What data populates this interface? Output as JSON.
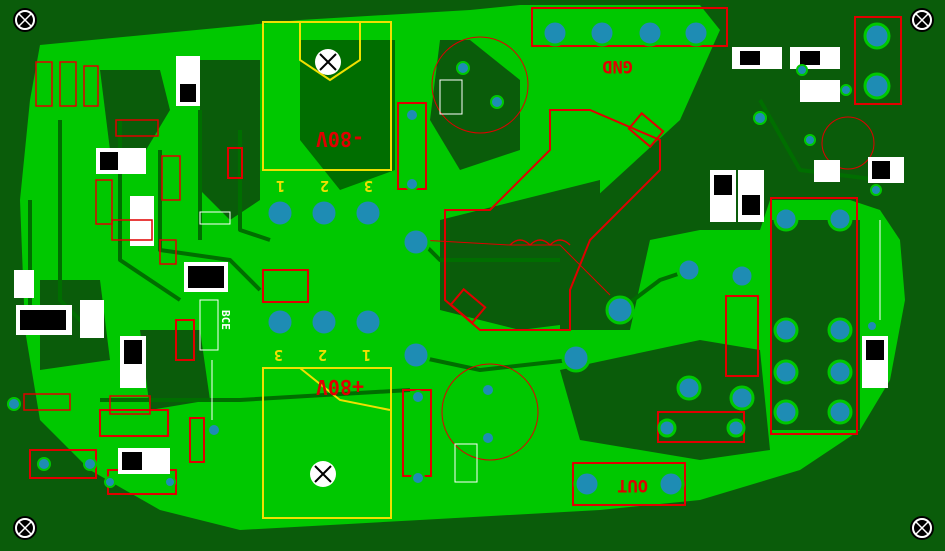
{
  "colors": {
    "board": "#0a5c0a",
    "copper": "#00c800",
    "copper_dark": "#006e00",
    "pad": "#1e8cb4",
    "silk_red": "#e00000",
    "silk_yellow": "#f0e000",
    "white": "#ffffff",
    "black": "#000000"
  },
  "labels": {
    "gnd": "GND",
    "out": "OUT",
    "vminus": "-80V",
    "vplus": "+80V",
    "pin1_top": "1",
    "pin2_top": "2",
    "pin3_top": "3",
    "pin1_bot": "1",
    "pin2_bot": "2",
    "pin3_bot": "3",
    "bce": "BCE"
  }
}
